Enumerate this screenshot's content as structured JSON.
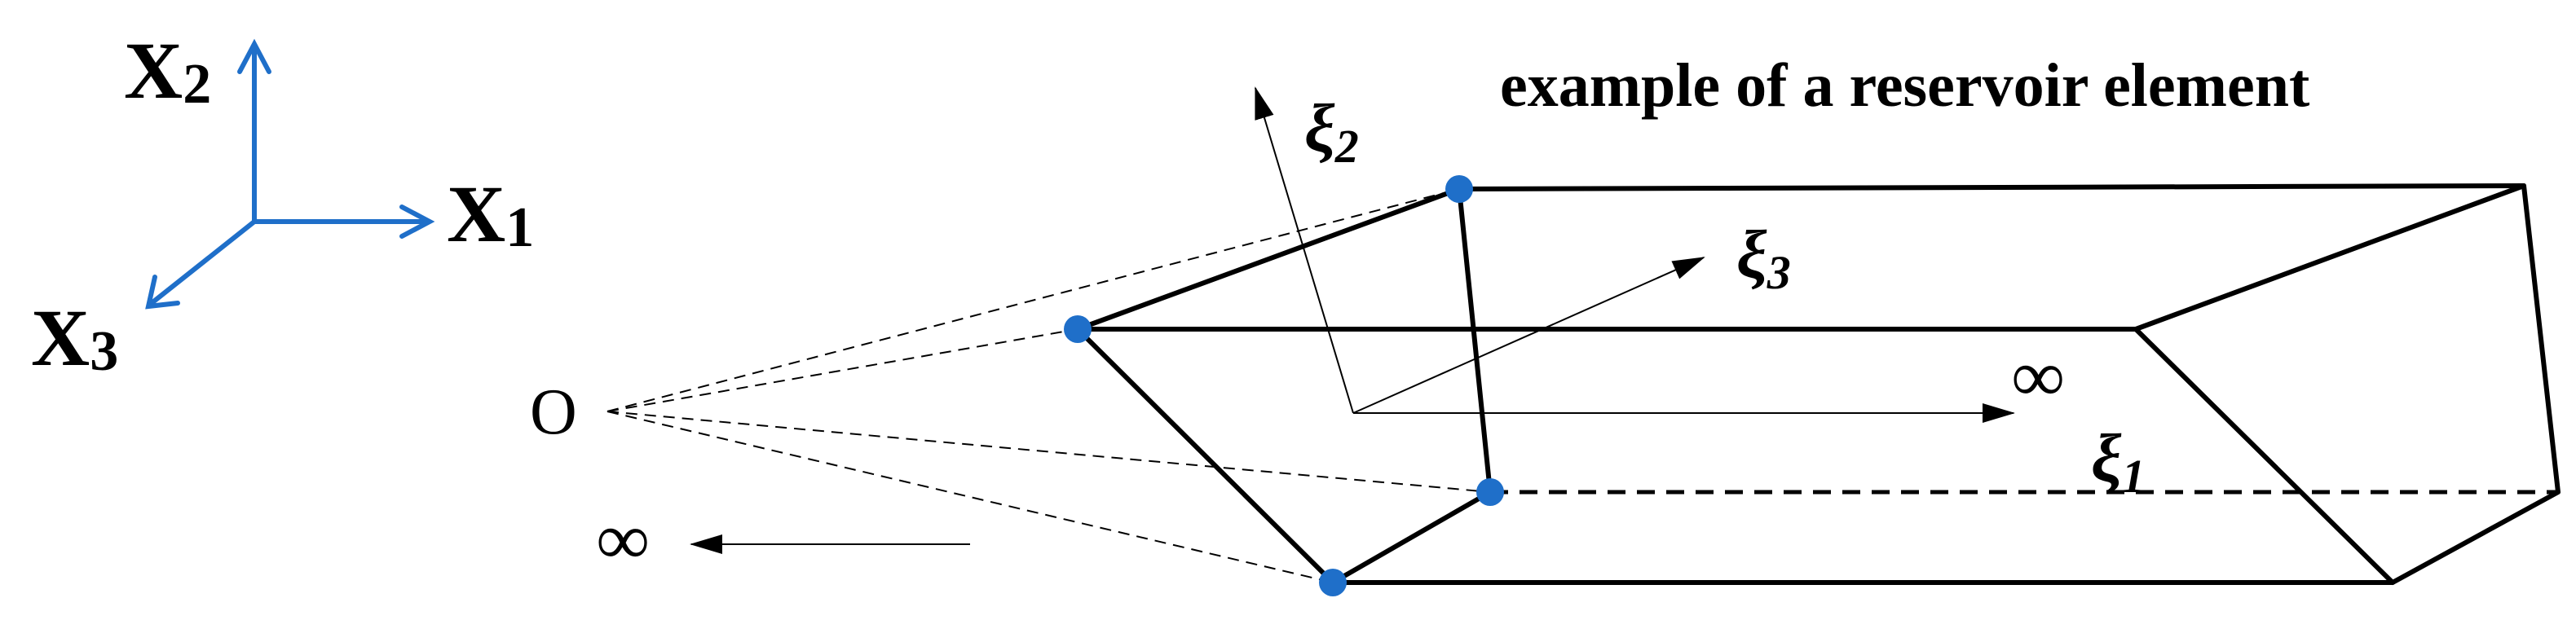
{
  "global_axes": {
    "x1": "X",
    "x1_sub": "1",
    "x2": "X",
    "x2_sub": "2",
    "x3": "X",
    "x3_sub": "3",
    "color": "#1f6fc9"
  },
  "title": "example of a reservoir element",
  "origin_label": "O",
  "infinity_symbol": "∞",
  "local_axes": {
    "xi": "ξ",
    "xi1_sub": "1",
    "xi2_sub": "2",
    "xi3_sub": "3"
  },
  "node_color": "#1f6fc9"
}
